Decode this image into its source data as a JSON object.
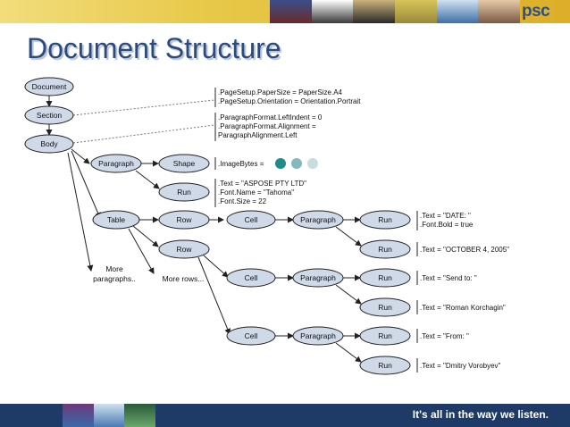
{
  "header": {
    "logo": "psc"
  },
  "slide": {
    "title": "Document Structure"
  },
  "footer": {
    "tagline": "It's all in the way we listen."
  },
  "colors": {
    "node_fill": "#cfd9e8",
    "accent": "#2b4a7e",
    "dot1": "#1f8c8c",
    "dot2": "#86b9bf",
    "dot3": "#c7dddf"
  },
  "nodes": {
    "document": "Document",
    "section": "Section",
    "body": "Body",
    "paragraph": "Paragraph",
    "shape": "Shape",
    "run": "Run",
    "table": "Table",
    "row": "Row",
    "cell": "Cell",
    "more_paragraphs_1": "More",
    "more_paragraphs_2": "paragraphs..",
    "more_rows": "More rows..."
  },
  "annotations": {
    "page_setup": [
      ".PageSetup.PaperSize = PaperSize.A4",
      ".PageSetup.Orientation = Orientation.Portrait"
    ],
    "paragraph_format": [
      ".ParagraphFormat.LeftIndent = 0",
      ".ParagraphFormat.Alignment =",
      "ParagraphAlignment.Left"
    ],
    "image_bytes": ".ImageBytes =",
    "run_font": [
      ".Text = \"ASPOSE PTY LTD\"",
      ".Font.Name = \"Tahoma\"",
      ".Font.Size = 22"
    ],
    "date": [
      ".Text = \"DATE: \"",
      ".Font.Bold = true"
    ],
    "october": ".Text = \"OCTOBER 4, 2005\"",
    "send_to": ".Text = \"Send to: \"",
    "roman": ".Text = \"Roman Korchagin\"",
    "from": ".Text = \"From: \"",
    "dmitry": ".Text = \"Dmitry Vorobyev\""
  }
}
